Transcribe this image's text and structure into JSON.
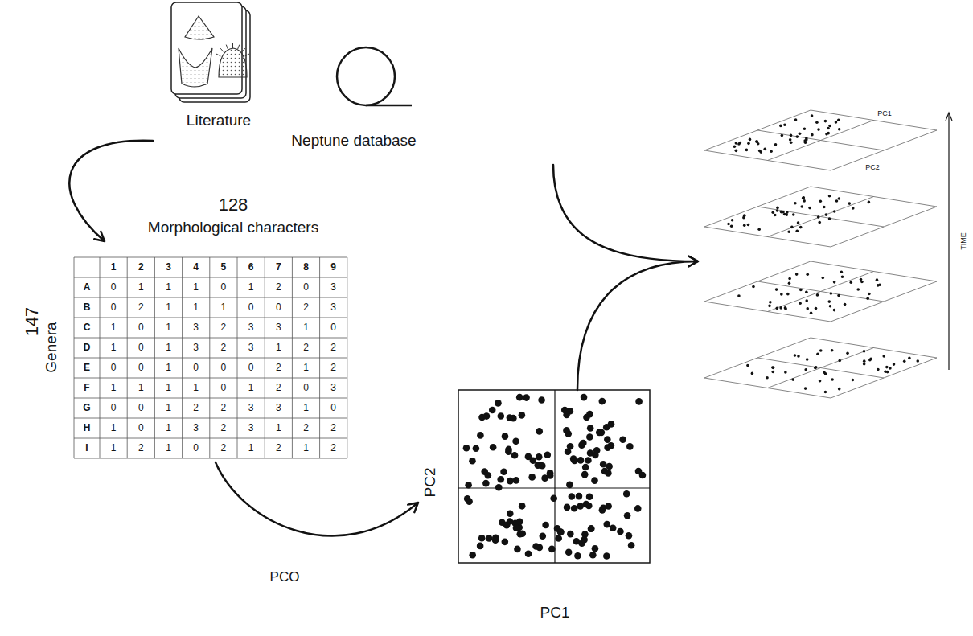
{
  "diagram": {
    "nodes": [
      {
        "text": [
          "Literature"
        ]
      },
      {
        "text": [
          "Neptune database"
        ]
      },
      {
        "text": [
          "128",
          "Morphological characters",
          "147",
          "Genera"
        ]
      },
      {
        "text": [
          "PC2",
          "PC1"
        ]
      },
      {
        "text": [
          "PC1",
          "PC2",
          "TIME"
        ]
      }
    ],
    "edges": [
      {
        "from": 0,
        "to": 2,
        "arrow": "to"
      },
      {
        "from": 2,
        "to": 3,
        "label": "PCO",
        "arrow": "to"
      },
      {
        "from": 1,
        "to": 4,
        "arrow": "to"
      },
      {
        "from": 3,
        "to": 4,
        "arrow": "to"
      }
    ],
    "labels": [
      "1",
      "2",
      "3",
      "4",
      "5",
      "6",
      "7",
      "8",
      "9",
      "A",
      "0",
      "1",
      "1",
      "1",
      "0",
      "1",
      "2",
      "0",
      "3",
      "B",
      "0",
      "2",
      "1",
      "1",
      "1",
      "0",
      "0",
      "2",
      "3",
      "C",
      "1",
      "0",
      "1",
      "3",
      "2",
      "3",
      "3",
      "1",
      "0",
      "D",
      "1",
      "0",
      "1",
      "3",
      "2",
      "3",
      "1",
      "2",
      "2",
      "E",
      "0",
      "0",
      "1",
      "0",
      "0",
      "0",
      "2",
      "1",
      "2",
      "F",
      "1",
      "1",
      "1",
      "1",
      "0",
      "1",
      "2",
      "0",
      "3",
      "G",
      "0",
      "0",
      "1",
      "2",
      "2",
      "3",
      "3",
      "1",
      "0",
      "H",
      "1",
      "0",
      "1",
      "3",
      "2",
      "3",
      "1",
      "2",
      "2",
      "I",
      "1",
      "2",
      "1",
      "0",
      "2",
      "1",
      "2",
      "1",
      "2"
    ]
  }
}
